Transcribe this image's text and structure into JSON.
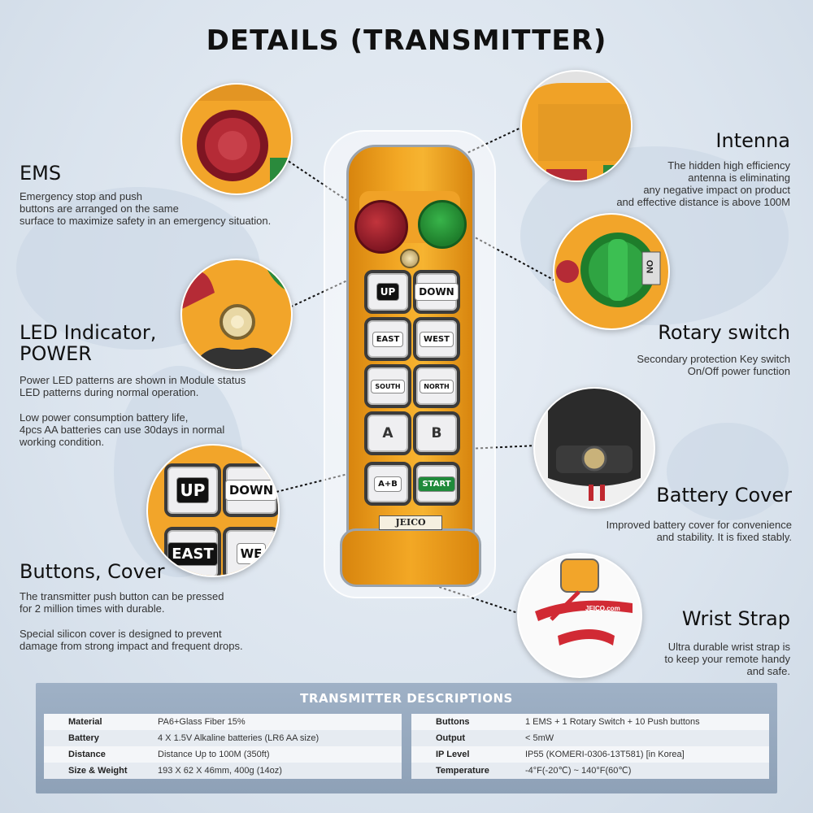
{
  "title": "DETAILS (TRANSMITTER)",
  "features": {
    "ems": {
      "title": "EMS",
      "lines": [
        "Emergency stop and push",
        "buttons are arranged on the same",
        "surface to maximize safety in an emergency situation."
      ]
    },
    "led": {
      "title_line1": "LED Indicator,",
      "title_line2": "POWER",
      "para1": [
        "Power LED patterns are shown in Module status",
        "LED patterns during normal operation."
      ],
      "para2": [
        "Low power consumption battery life,",
        "4pcs AA batteries can use 30days in normal",
        "working condition."
      ]
    },
    "buttons": {
      "title": "Buttons, Cover",
      "para1": [
        "The transmitter push button can be pressed",
        "for 2 million times with durable."
      ],
      "para2": [
        "Special silicon cover is designed to prevent",
        "damage from strong impact and frequent drops."
      ]
    },
    "intenna": {
      "title": "Intenna",
      "lines": [
        "The hidden high efficiency",
        "antenna is eliminating",
        "any negative impact on product",
        "and effective distance is above 100M"
      ]
    },
    "rotary": {
      "title": "Rotary switch",
      "lines": [
        "Secondary protection Key switch",
        "On/Off power function"
      ]
    },
    "battery": {
      "title": "Battery Cover",
      "lines": [
        "Improved battery cover for convenience",
        "and stability. It is fixed stably."
      ]
    },
    "strap": {
      "title": "Wrist Strap",
      "lines": [
        "Ultra durable wrist strap is",
        "to keep your remote handy",
        "and safe."
      ]
    }
  },
  "transmitter": {
    "keys": [
      "UP",
      "DOWN",
      "EAST",
      "WEST",
      "SOUTH",
      "NORTH",
      "A",
      "B",
      "A+B",
      "START"
    ],
    "brand": "JEICO",
    "rotary_label": "ON"
  },
  "zoom_details": {
    "buttons_keys": [
      "UP",
      "DOWN",
      "EAST",
      "WE"
    ],
    "strap_text": "JEICO.com"
  },
  "specs": {
    "title": "TRANSMITTER DESCRIPTIONS",
    "left": [
      {
        "label": "Material",
        "value": "PA6+Glass Fiber 15%"
      },
      {
        "label": "Battery",
        "value": "4 X 1.5V Alkaline batteries (LR6 AA size)"
      },
      {
        "label": "Distance",
        "value": "Distance Up to 100M (350ft)"
      },
      {
        "label": "Size & Weight",
        "value": "193 X 62 X 46mm, 400g (14oz)"
      }
    ],
    "right": [
      {
        "label": "Buttons",
        "value": "1 EMS + 1 Rotary Switch + 10 Push buttons"
      },
      {
        "label": "Output",
        "value": "< 5mW"
      },
      {
        "label": "IP Level",
        "value": "IP55 (KOMERI-0306-13T581) [in Korea]"
      },
      {
        "label": "Temperature",
        "value": "-4°F(-20℃) ~ 140°F(60℃)"
      }
    ]
  }
}
